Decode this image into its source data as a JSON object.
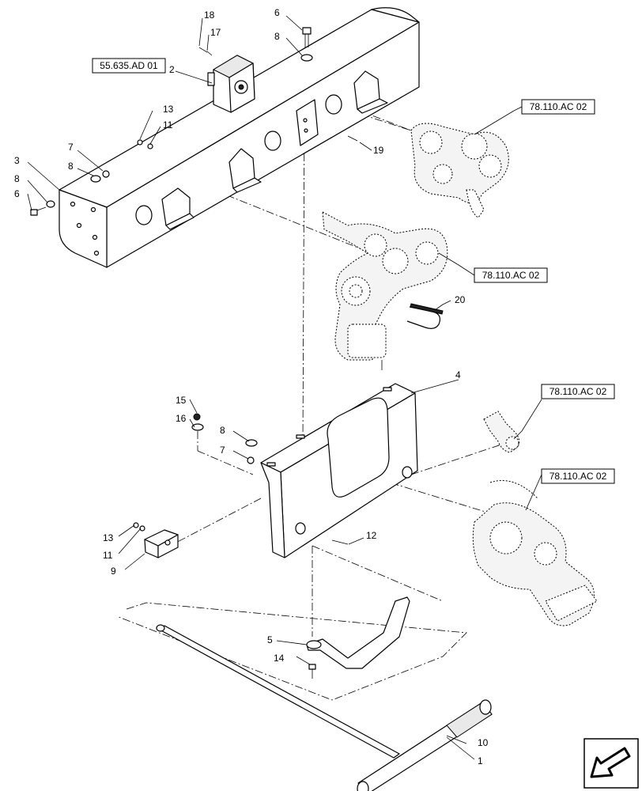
{
  "labels": {
    "l1": "1",
    "l2": "2",
    "l3": "3",
    "l4": "4",
    "l5": "5",
    "l6a": "6",
    "l6b": "6",
    "l7a": "7",
    "l7b": "7",
    "l8a": "8",
    "l8b": "8",
    "l8c": "8",
    "l8d": "8",
    "l9": "9",
    "l10": "10",
    "l11a": "11",
    "l11b": "11",
    "l12": "12",
    "l13a": "13",
    "l13b": "13",
    "l14": "14",
    "l15": "15",
    "l16": "16",
    "l17": "17",
    "l18": "18",
    "l19": "19",
    "l20": "20"
  },
  "references": {
    "r_5563": "55.635.AD 01",
    "r_78a": "78.110.AC 02",
    "r_78b": "78.110.AC 02",
    "r_78c": "78.110.AC 02",
    "r_78d": "78.110.AC 02"
  },
  "colors": {
    "line": "#000000",
    "background": "#ffffff",
    "fill_shade": "#e9e9e9"
  },
  "icons": {
    "nav": "arrow-back-icon"
  }
}
